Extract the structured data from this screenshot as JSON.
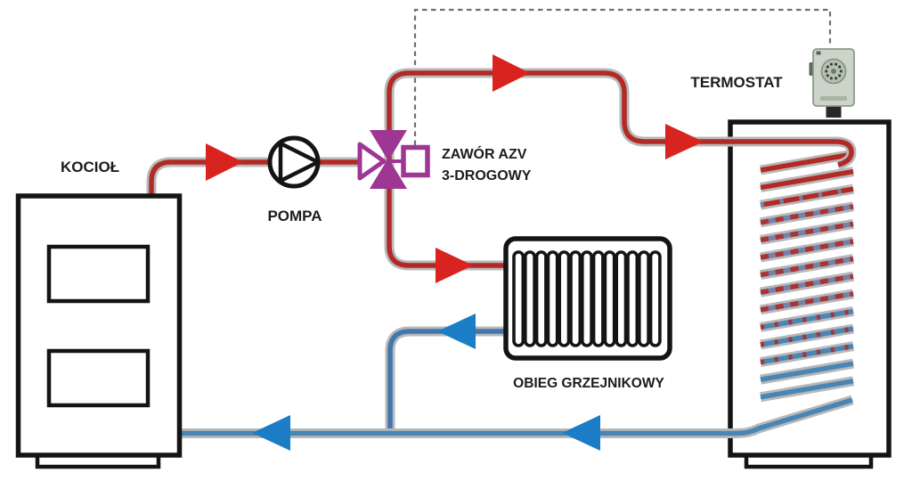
{
  "labels": {
    "boiler": "KOCIOŁ",
    "pump": "POMPA",
    "valve_line1": "ZAWÓR AZV",
    "valve_line2": "3-DROGOWY",
    "thermostat": "TERMOSTAT",
    "radiator_circuit": "OBIEG GRZEJNIKOWY"
  },
  "colors": {
    "supply_pipe": "#b12a25",
    "supply_arrow": "#d8231f",
    "return_pipe": "#4078ad",
    "return_arrow": "#1b7dc5",
    "pipe_sheath": "#b8b8b8",
    "valve_purple": "#9e3694",
    "outline_black": "#141414",
    "control_line": "#707070",
    "coil_red_dash": "#a93434",
    "coil_blue_dash": "#7381ab",
    "coil_blue_solid": "#4a86b4",
    "thermostat_body": "#ccd3c8",
    "thermostat_dial": "#b7c3b2",
    "background": "#ffffff"
  },
  "coil": {
    "row_styles": [
      "red",
      "red",
      "red2",
      "mix",
      "mix",
      "mix",
      "mix",
      "mix",
      "mix",
      "bluemix",
      "bluemix",
      "bluemix",
      "blue",
      "blue"
    ]
  },
  "radiator": {
    "loop_count": 13
  },
  "components": [
    {
      "name": "boiler"
    },
    {
      "name": "pump"
    },
    {
      "name": "three-way-valve"
    },
    {
      "name": "thermostat"
    },
    {
      "name": "buffer-tank-with-coil"
    },
    {
      "name": "radiator-circuit"
    }
  ]
}
